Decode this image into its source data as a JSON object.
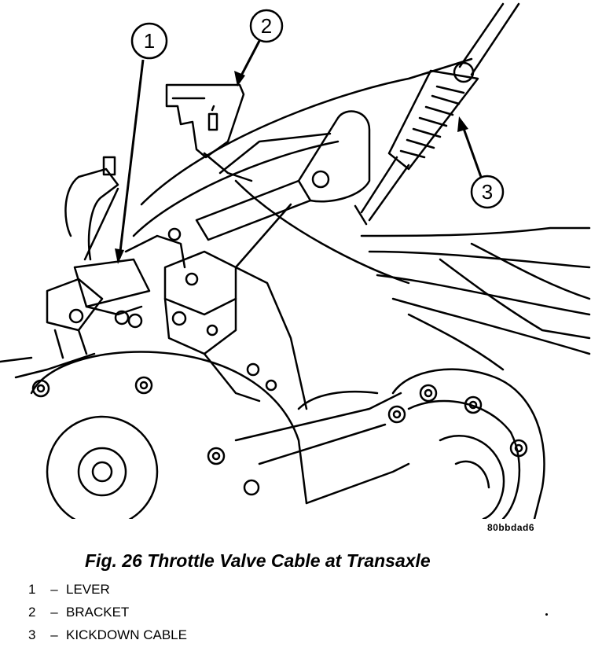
{
  "figure": {
    "ref_code": "80bbdad6",
    "caption": "Fig. 26 Throttle Valve Cable at Transaxle"
  },
  "callouts": [
    {
      "number": "1",
      "name": "LEVER"
    },
    {
      "number": "2",
      "name": "BRACKET"
    },
    {
      "number": "3",
      "name": "KICKDOWN CABLE"
    }
  ],
  "legend_separator": "–"
}
